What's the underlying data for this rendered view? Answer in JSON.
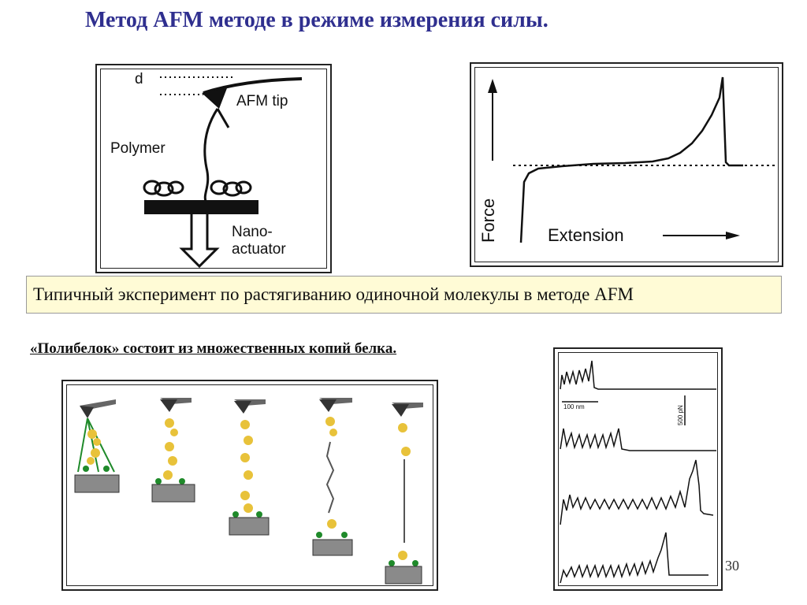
{
  "slide": {
    "title": "Метод AFM методе в режиме измерения силы.",
    "caption": "Типичный эксперимент по растягиванию одиночной молекулы в методе AFM",
    "subtitle": "«Полибелок» состоит из множественных копий белка.",
    "page_number": "30"
  },
  "diagram_afm": {
    "label_d": "d",
    "label_tip": "AFM tip",
    "label_polymer": "Polymer",
    "label_nano": "Nano-",
    "label_actuator": "actuator"
  },
  "force_curve": {
    "ylabel": "Force",
    "xlabel": "Extension"
  },
  "traces": {
    "scale_x": "100 nm",
    "scale_y": "500 pN"
  },
  "colors": {
    "title": "#2f2f8f",
    "caption_bg": "#fffbd6",
    "protein": "#e8c23a",
    "anchor": "#1f8a2a",
    "substrate": "#8a8a8a"
  }
}
